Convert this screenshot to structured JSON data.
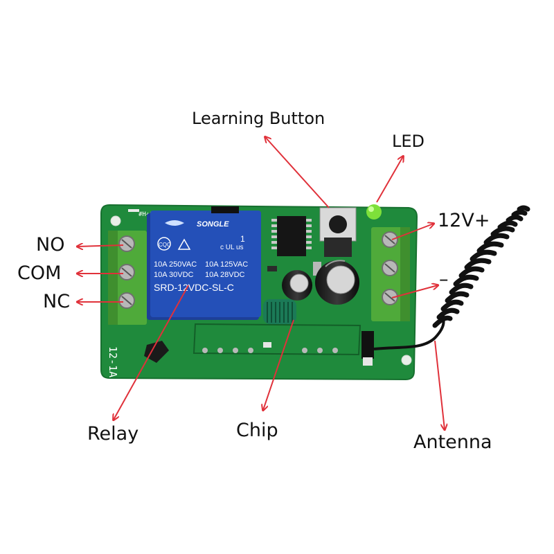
{
  "labels": {
    "learning_button": "Learning Button",
    "led": "LED",
    "v12_plus": "12V+",
    "minus": "–",
    "no": "NO",
    "com": "COM",
    "nc": "NC",
    "relay": "Relay",
    "chip": "Chip",
    "antenna": "Antenna"
  },
  "relay_markings": {
    "brand": "SONGLE",
    "cqc": "CQC",
    "ul": "c UL us",
    "count": "1",
    "rating_line1_left": "10A 250VAC",
    "rating_line1_right": "10A 125VAC",
    "rating_line2_left": "10A  30VDC",
    "rating_line2_right": "10A  28VDC",
    "model": "SRD-12VDC-SL-C"
  },
  "pcb_markings": {
    "edge_text": "12-1A"
  },
  "colors": {
    "pcb": "#1f8a3c",
    "relay": "#2450b8",
    "terminal": "#4faa3a",
    "arrow": "#e0313a",
    "led": "#7ee03a"
  }
}
